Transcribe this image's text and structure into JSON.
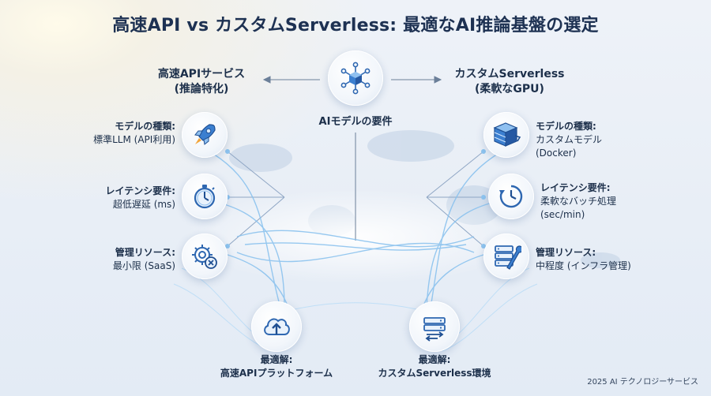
{
  "title": "高速API vs カスタムServerless: 最適なAI推論基盤の選定",
  "center": {
    "label": "AIモデルの要件",
    "icon": "cube-network-icon"
  },
  "left": {
    "heading": [
      "高速APIサービス",
      "(推論特化)"
    ],
    "items": [
      {
        "title": "モデルの種類:",
        "value": "標準LLM (API利用)",
        "icon": "rocket-icon"
      },
      {
        "title": "レイテンシ要件:",
        "value": "超低遅延 (ms)",
        "icon": "stopwatch-icon"
      },
      {
        "title": "管理リソース:",
        "value": "最小限 (SaaS)",
        "icon": "gear-icon"
      }
    ],
    "result": {
      "title": "最適解:",
      "value": "高速APIプラットフォーム",
      "icon": "cloud-upload-icon"
    }
  },
  "right": {
    "heading": [
      "カスタムServerless",
      "(柔軟なGPU)"
    ],
    "items": [
      {
        "title": "モデルの種類:",
        "value": [
          "カスタムモデル",
          "(Docker)"
        ],
        "icon": "container-icon"
      },
      {
        "title": "レイテンシ要件:",
        "value": [
          "柔軟なバッチ処理",
          "(sec/min)"
        ],
        "icon": "clock-icon"
      },
      {
        "title": "管理リソース:",
        "value": "中程度 (インフラ管理)",
        "icon": "server-wrench-icon"
      }
    ],
    "result": {
      "title": "最適解:",
      "value": "カスタムServerless環境",
      "icon": "server-transfer-icon"
    }
  },
  "footer": "2025 AI テクノロジーサービス",
  "colors": {
    "accent": "#2e67b1",
    "line": "#7fb6e6",
    "text": "#1c2f4a"
  }
}
